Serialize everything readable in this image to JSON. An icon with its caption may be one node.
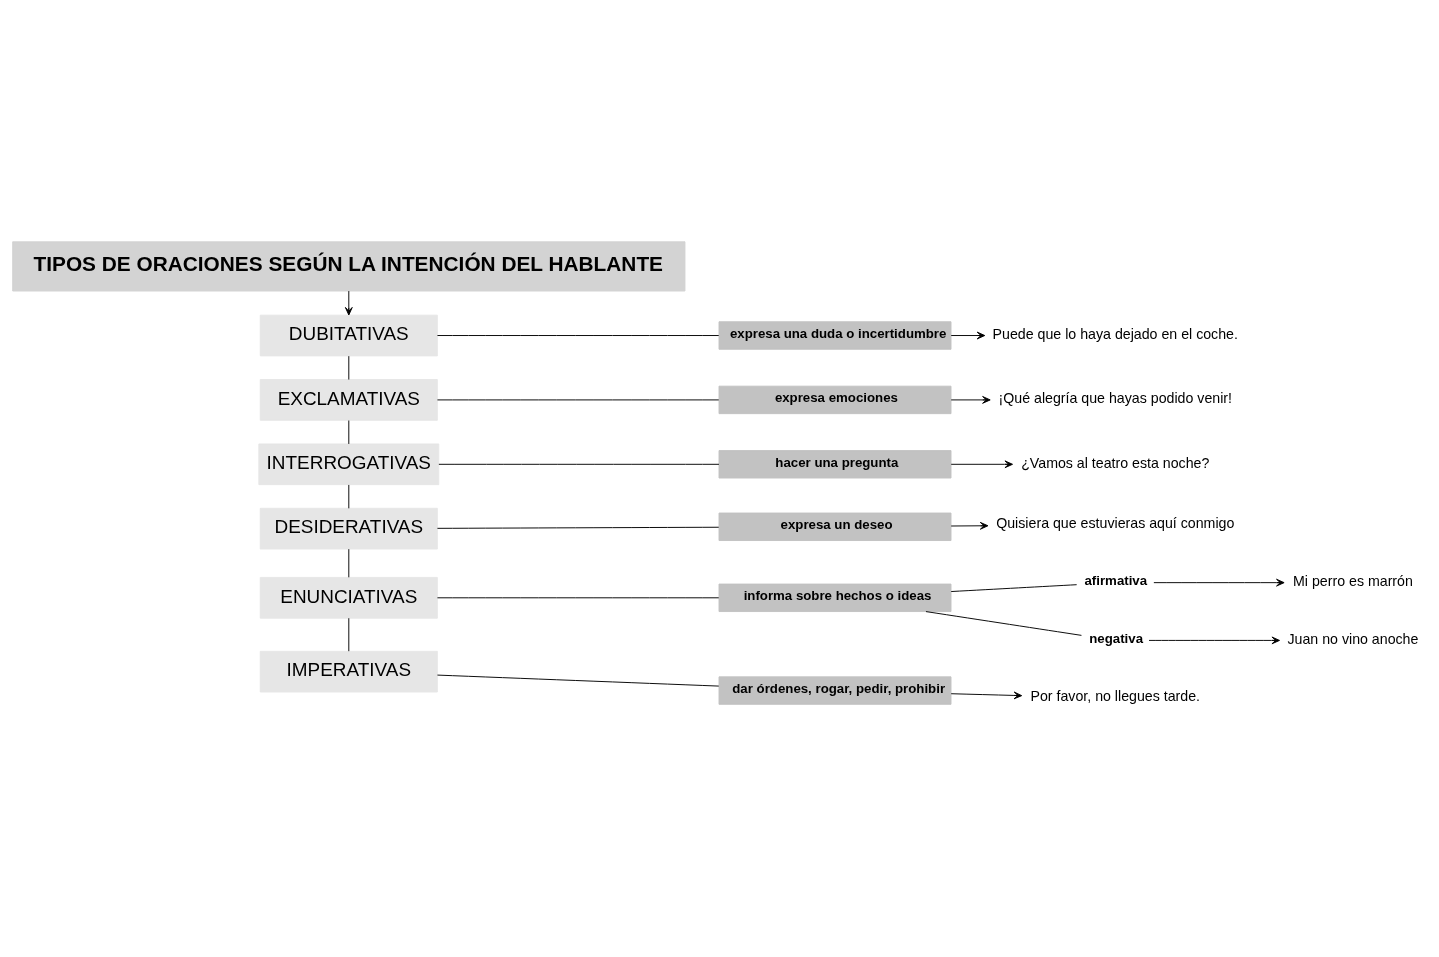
{
  "diagram": {
    "nodes": [
      {
        "text": [
          "TIPOS DE ORACIONES SEGÚN LA INTENCIÓN DEL HABLANTE"
        ]
      },
      {
        "text": [
          "DUBITATIVAS"
        ]
      },
      {
        "text": [
          "expresa una duda o incertidumbre"
        ]
      },
      {
        "text": [
          "Puede que lo haya dejado en el coche."
        ]
      },
      {
        "text": [
          "EXCLAMATIVAS"
        ]
      },
      {
        "text": [
          "expresa emociones"
        ]
      },
      {
        "text": [
          "¡Qué alegría que hayas podido venir!"
        ]
      },
      {
        "text": [
          "INTERROGATIVAS"
        ]
      },
      {
        "text": [
          "hacer una pregunta"
        ]
      },
      {
        "text": [
          "¿Vamos al teatro esta noche?"
        ]
      },
      {
        "text": [
          "DESIDERATIVAS"
        ]
      },
      {
        "text": [
          "expresa un deseo"
        ]
      },
      {
        "text": [
          "Quisiera que estuvieras aquí conmigo"
        ]
      },
      {
        "text": [
          "ENUNCIATIVAS"
        ]
      },
      {
        "text": [
          "informa sobre hechos o ideas"
        ]
      },
      {
        "text": [
          "afirmativa"
        ]
      },
      {
        "text": [
          "Mi perro es marrón"
        ]
      },
      {
        "text": [
          "negativa"
        ]
      },
      {
        "text": [
          "Juan no vino anoche"
        ]
      },
      {
        "text": [
          "IMPERATIVAS"
        ]
      },
      {
        "text": [
          "dar órdenes, rogar, pedir, prohibir"
        ]
      },
      {
        "text": [
          "Por favor, no llegues tarde."
        ]
      }
    ],
    "edges": [
      {
        "from": 0,
        "to": 1,
        "arrow": "to"
      },
      {
        "from": 1,
        "to": 4,
        "arrow": "none"
      },
      {
        "from": 4,
        "to": 7,
        "arrow": "none"
      },
      {
        "from": 7,
        "to": 10,
        "arrow": "none"
      },
      {
        "from": 10,
        "to": 13,
        "arrow": "none"
      },
      {
        "from": 13,
        "to": 19,
        "arrow": "none"
      },
      {
        "from": 1,
        "to": 2,
        "arrow": "none"
      },
      {
        "from": 2,
        "to": 3,
        "arrow": "to"
      },
      {
        "from": 4,
        "to": 5,
        "arrow": "none"
      },
      {
        "from": 5,
        "to": 6,
        "arrow": "to"
      },
      {
        "from": 7,
        "to": 8,
        "arrow": "none"
      },
      {
        "from": 8,
        "to": 9,
        "arrow": "to"
      },
      {
        "from": 10,
        "to": 11,
        "arrow": "none"
      },
      {
        "from": 11,
        "to": 12,
        "arrow": "to"
      },
      {
        "from": 13,
        "to": 14,
        "arrow": "none"
      },
      {
        "from": 14,
        "to": 15,
        "arrow": "none"
      },
      {
        "from": 14,
        "to": 17,
        "arrow": "none"
      },
      {
        "from": 15,
        "to": 16,
        "arrow": "to"
      },
      {
        "from": 17,
        "to": 18,
        "arrow": "to"
      },
      {
        "from": 19,
        "to": 20,
        "arrow": "none"
      },
      {
        "from": 20,
        "to": 21,
        "arrow": "to"
      }
    ]
  }
}
